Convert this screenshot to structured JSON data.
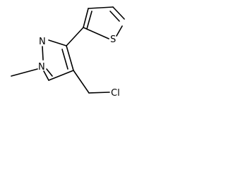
{
  "molecule": {
    "atoms": {
      "n_pyrazole_2": "N",
      "n_pyrazole_1": "N",
      "s_thiophene": "S",
      "cl_chloromethyl": "Cl"
    }
  },
  "colors": {
    "bond": "#000000",
    "label": "#000000",
    "background": "#ffffff"
  }
}
